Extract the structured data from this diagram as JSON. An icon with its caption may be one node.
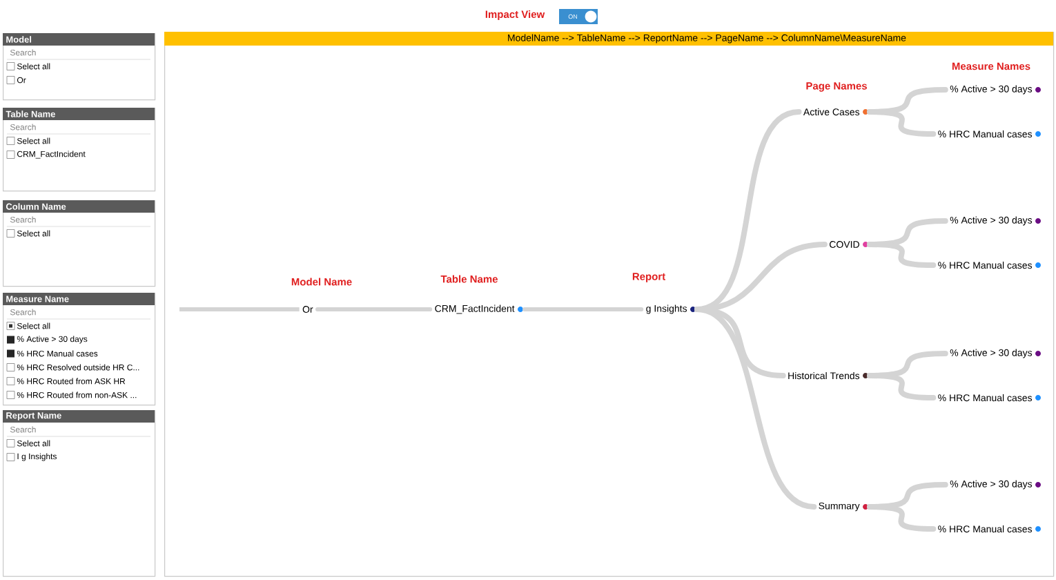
{
  "diagram": {
    "nodes": [
      {
        "text": [
          "Model",
          "Search",
          "Select all",
          "Or"
        ]
      },
      {
        "text": [
          "Table Name",
          "Search",
          "Select all",
          "CRM_FactIncident"
        ]
      },
      {
        "text": [
          "Column Name",
          "Search",
          "Select all"
        ]
      },
      {
        "text": [
          "Measure Name",
          "Search",
          "Select all",
          "% Active > 30 days",
          "% HRC Manual cases",
          "% HRC Resolved outside HR C...",
          "% HRC Routed from ASK HR",
          "% HRC Routed from non-ASK ..."
        ]
      },
      {
        "text": [
          "Report Name",
          "Search",
          "Select all",
          "I g Insights"
        ]
      },
      {
        "text": [
          "ModelName --> TableName --> ReportName --> PageName --> ColumnName\\MeasureName"
        ]
      },
      {
        "text": [
          "Or"
        ],
        "in": 5
      },
      {
        "text": [
          "CRM_FactIncident"
        ],
        "in": 5
      },
      {
        "text": [
          "g Insights"
        ],
        "in": 5
      },
      {
        "text": [
          "Active Cases"
        ],
        "in": 5
      },
      {
        "text": [
          "% Active > 30 days"
        ],
        "in": 5
      },
      {
        "text": [
          "% HRC Manual cases"
        ],
        "in": 5
      },
      {
        "text": [
          "COVID"
        ],
        "in": 5
      },
      {
        "text": [
          "% Active > 30 days"
        ],
        "in": 5
      },
      {
        "text": [
          "% HRC Manual cases"
        ],
        "in": 5
      },
      {
        "text": [
          "Historical Trends"
        ],
        "in": 5
      },
      {
        "text": [
          "% Active > 30 days"
        ],
        "in": 5
      },
      {
        "text": [
          "% HRC Manual cases"
        ],
        "in": 5
      },
      {
        "text": [
          "Summary"
        ],
        "in": 5
      },
      {
        "text": [
          "% Active > 30 days"
        ],
        "in": 5
      },
      {
        "text": [
          "% HRC Manual cases"
        ],
        "in": 5
      }
    ],
    "edges": [
      {
        "from": 6,
        "to": 7,
        "arrow": "none"
      },
      {
        "from": 7,
        "to": 8,
        "arrow": "none"
      },
      {
        "from": 8,
        "to": 9,
        "arrow": "none"
      },
      {
        "from": 8,
        "to": 12,
        "arrow": "none"
      },
      {
        "from": 8,
        "to": 15,
        "arrow": "none"
      },
      {
        "from": 8,
        "to": 18,
        "arrow": "none"
      },
      {
        "from": 9,
        "to": 10,
        "arrow": "none"
      },
      {
        "from": 9,
        "to": 11,
        "arrow": "none"
      },
      {
        "from": 12,
        "to": 13,
        "arrow": "none"
      },
      {
        "from": 12,
        "to": 14,
        "arrow": "none"
      },
      {
        "from": 15,
        "to": 16,
        "arrow": "none"
      },
      {
        "from": 15,
        "to": 17,
        "arrow": "none"
      },
      {
        "from": 18,
        "to": 19,
        "arrow": "none"
      },
      {
        "from": 18,
        "to": 20,
        "arrow": "none"
      }
    ],
    "labels": [
      "Impact View",
      "ON",
      "Measure Names",
      "Page Names",
      "Model Name",
      "Table Name",
      "Report"
    ]
  }
}
